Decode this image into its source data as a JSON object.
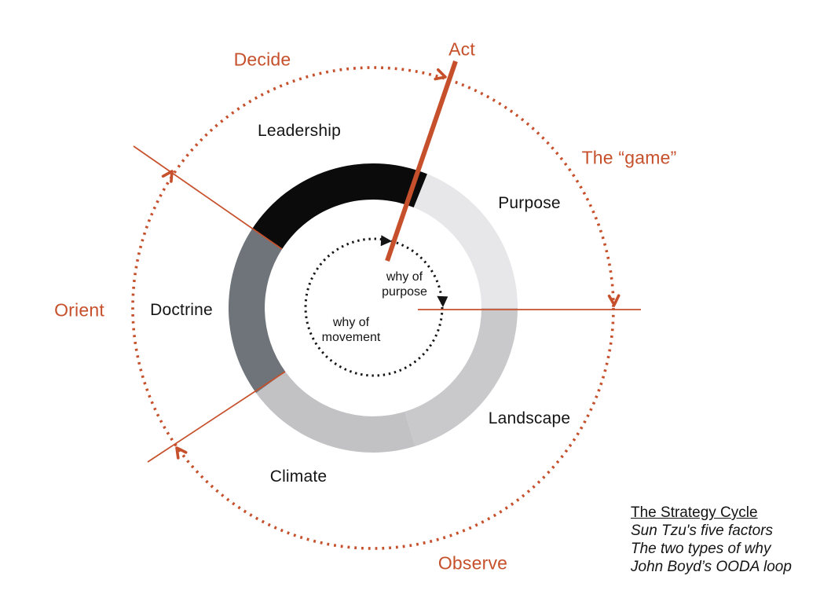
{
  "colors": {
    "accent": "#c6502b",
    "background": "#ffffff",
    "ink": "#141414",
    "segment_purpose": "#e7e7e9",
    "segment_leadership": "#0b0b0b",
    "segment_doctrine": "#6f737a",
    "segment_climate": "#c2c2c4",
    "segment_landscape": "#c9c9cb"
  },
  "ooda": {
    "decide": "Decide",
    "act": "Act",
    "orient": "Orient",
    "observe": "Observe",
    "game": "The “game”"
  },
  "ring_segments": [
    {
      "label": "Purpose",
      "color": "#e7e7e9"
    },
    {
      "label": "Leadership",
      "color": "#0b0b0b"
    },
    {
      "label": "Doctrine",
      "color": "#6f737a"
    },
    {
      "label": "Climate",
      "color": "#c2c2c4"
    },
    {
      "label": "Landscape",
      "color": "#c9c9cb"
    }
  ],
  "inner_circle": {
    "purpose_line1": "why of",
    "purpose_line2": "purpose",
    "movement_line1": "why of",
    "movement_line2": "movement"
  },
  "legend": {
    "title": "The Strategy Cycle",
    "line1": "Sun Tzu's five factors",
    "line2": "The two types of why",
    "line3": "John Boyd’s OODA loop"
  }
}
